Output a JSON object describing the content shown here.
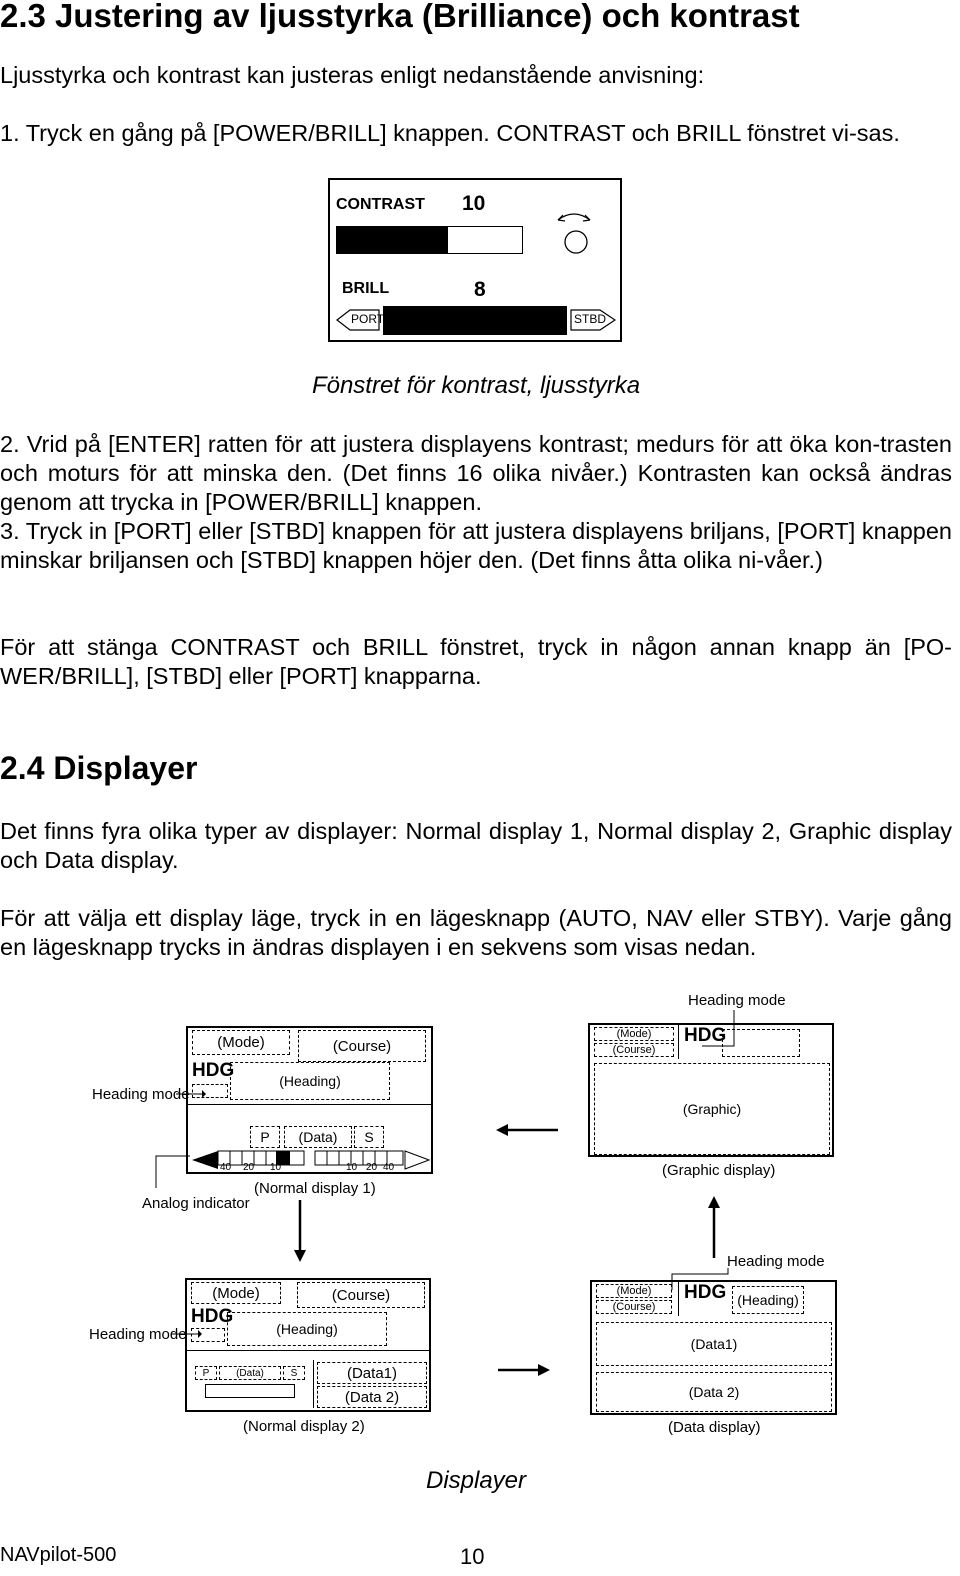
{
  "section23": {
    "heading": "2.3  Justering av ljusstyrka (Brilliance) och kontrast",
    "intro": "Ljusstyrka och kontrast kan justeras enligt nedanstående anvisning:",
    "step1": "1. Tryck en gång på [POWER/BRILL] knappen. CONTRAST och BRILL fönstret vi-sas.",
    "figure": {
      "contrast_label": "CONTRAST",
      "contrast_value": "10",
      "contrast_level": 0.6,
      "brill_label": "BRILL",
      "brill_value": "8",
      "brill_level": 1.0,
      "port_label": "PORT",
      "stbd_label": "STBD",
      "caption": "Fönstret för kontrast, ljusstyrka"
    },
    "step2": "2. Vrid på [ENTER] ratten för att justera displayens kontrast; medurs för att öka kon-trasten och moturs för att minska den. (Det finns 16 olika nivåer.) Kontrasten kan också ändras genom att trycka in [POWER/BRILL] knappen.",
    "step3": "3. Tryck in [PORT] eller [STBD] knappen för att justera displayens briljans, [PORT] knappen minskar briljansen och [STBD] knappen höjer den. (Det finns åtta olika ni-våer.)",
    "close": "För att stänga CONTRAST och BRILL fönstret, tryck in någon annan knapp än [PO-WER/BRILL], [STBD] eller [PORT] knapparna."
  },
  "section24": {
    "heading": "2.4  Displayer",
    "para1": "Det finns fyra olika typer av displayer: Normal display 1, Normal display 2, Graphic display och Data display.",
    "para2": "För att välja ett display läge, tryck in en lägesknapp (AUTO, NAV eller STBY). Varje gång en lägesknapp trycks in ändras displayen i en sekvens som visas nedan."
  },
  "diagram": {
    "mode": "(Mode)",
    "course": "(Course)",
    "hdg": "HDG",
    "heading": "(Heading)",
    "heading_mode": "Heading mode",
    "p": "P",
    "s": "S",
    "data": "(Data)",
    "data1": "(Data1)",
    "data2": "(Data 2)",
    "graphic": "(Graphic)",
    "scale_left": [
      "40",
      "20",
      "10"
    ],
    "scale_right": [
      "10",
      "20",
      "40"
    ],
    "analog_indicator": "Analog indicator",
    "normal1": "(Normal display 1)",
    "normal2": "(Normal display 2)",
    "graphic_display": "(Graphic display)",
    "data_display": "(Data display)",
    "caption": "Displayer"
  },
  "footer": {
    "product": "NAVpilot-500",
    "page": "10"
  }
}
